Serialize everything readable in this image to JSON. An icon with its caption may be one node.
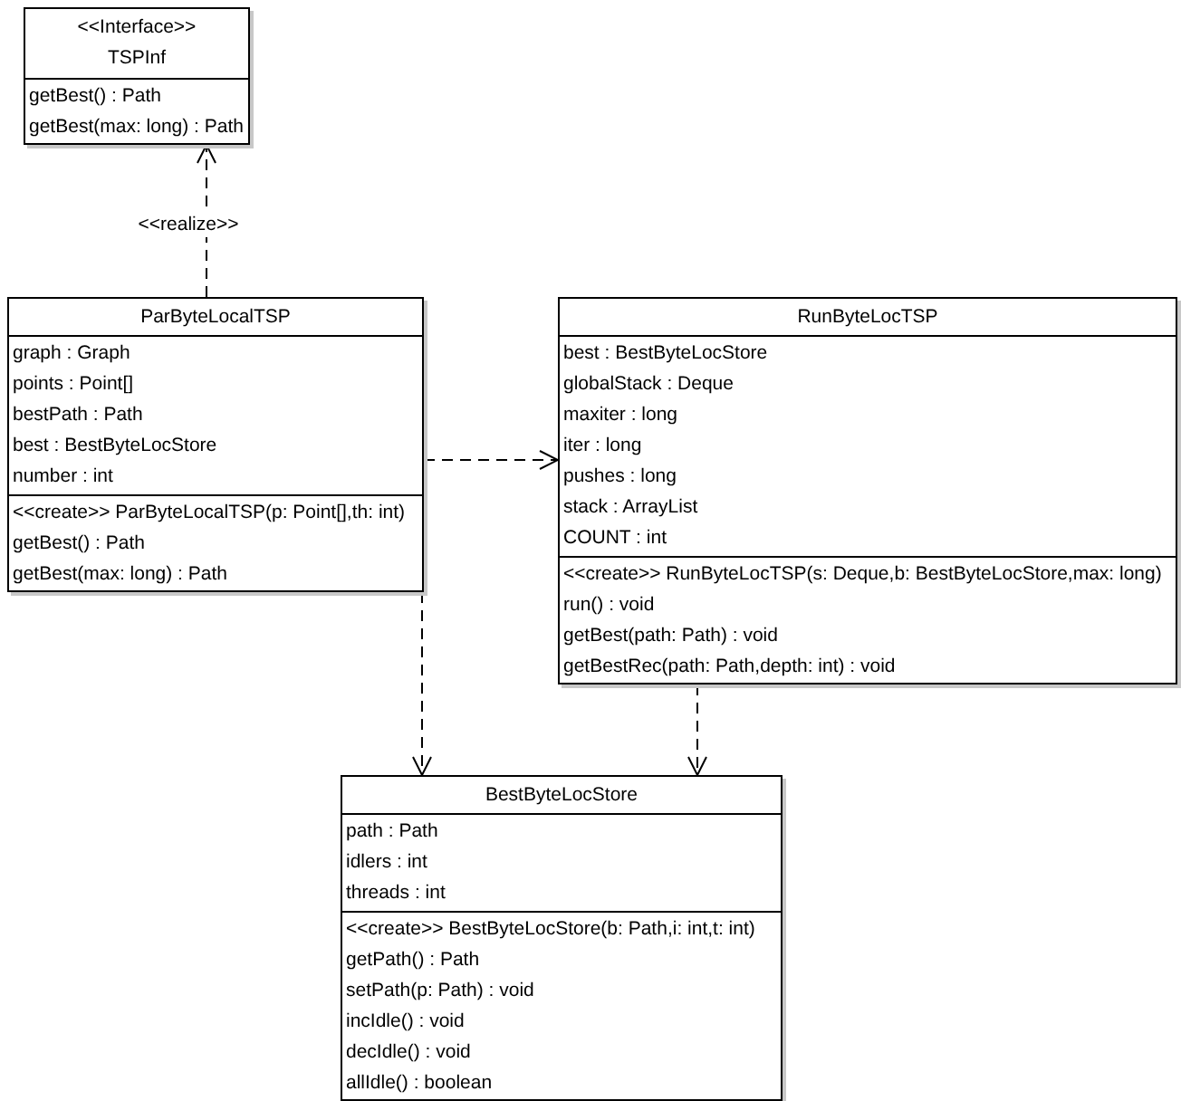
{
  "diagram": {
    "nodes": [
      {
        "text": [
          "<<Interface>>",
          "TSPInf",
          "getBest() : Path",
          "getBest(max: long) : Path"
        ]
      },
      {
        "text": [
          "ParByteLocalTSP",
          "graph : Graph",
          "points : Point[]",
          "bestPath : Path",
          "best : BestByteLocStore",
          "number : int",
          "<<create>> ParByteLocalTSP(p: Point[],th: int)",
          "getBest() : Path",
          "getBest(max: long) : Path"
        ]
      },
      {
        "text": [
          "RunByteLocTSP",
          "best : BestByteLocStore",
          "globalStack : Deque",
          "maxiter : long",
          "iter : long",
          "pushes : long",
          "stack : ArrayList",
          "COUNT : int",
          "<<create>> RunByteLocTSP(s: Deque,b: BestByteLocStore,max: long)",
          "run() : void",
          "getBest(path: Path) : void",
          "getBestRec(path: Path,depth: int) : void"
        ]
      },
      {
        "text": [
          "BestByteLocStore",
          "path : Path",
          "idlers : int",
          "threads : int",
          "<<create>> BestByteLocStore(b: Path,i: int,t: int)",
          "getPath() : Path",
          "setPath(p: Path) : void",
          "incIdle() : void",
          "decIdle() : void",
          "allIdle() : boolean"
        ]
      }
    ],
    "edges": [
      {
        "from": 1,
        "to": 0,
        "arrow": "to",
        "label": "<<realize>>",
        "style": "dashed"
      },
      {
        "from": 1,
        "to": 2,
        "arrow": "to",
        "style": "dashed"
      },
      {
        "from": 1,
        "to": 3,
        "arrow": "to",
        "style": "dashed"
      },
      {
        "from": 2,
        "to": 3,
        "arrow": "to",
        "style": "dashed"
      }
    ]
  }
}
